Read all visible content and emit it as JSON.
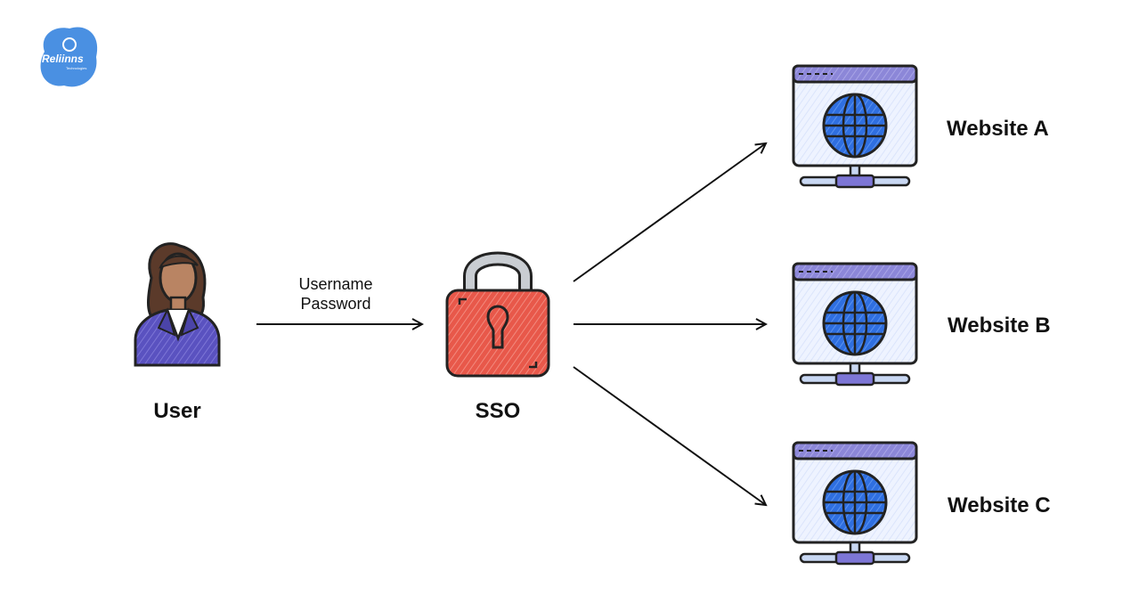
{
  "logo": {
    "text": "Reliinns",
    "subtext": "Technologies",
    "color": "#4a90e2"
  },
  "nodes": {
    "user": {
      "label": "User"
    },
    "sso": {
      "label": "SSO"
    },
    "websites": [
      {
        "label": "Website A"
      },
      {
        "label": "Website B"
      },
      {
        "label": "Website C"
      }
    ]
  },
  "edges": {
    "credentials": {
      "line1": "Username",
      "line2": "Password"
    }
  },
  "colors": {
    "lock_body": "#e8584a",
    "lock_shackle": "#c9cdd2",
    "suit": "#5a52c0",
    "hair": "#5b3a2a",
    "skin": "#b98463",
    "globe": "#2f6fe0",
    "browser_bar": "#8c87d8",
    "browser_bg": "#e9efff",
    "stand": "#a8c4ee",
    "outline": "#222222"
  },
  "icons": {
    "user": "user-icon",
    "sso": "padlock-icon",
    "website": "web-server-icon",
    "logo": "reliinns-logo"
  }
}
